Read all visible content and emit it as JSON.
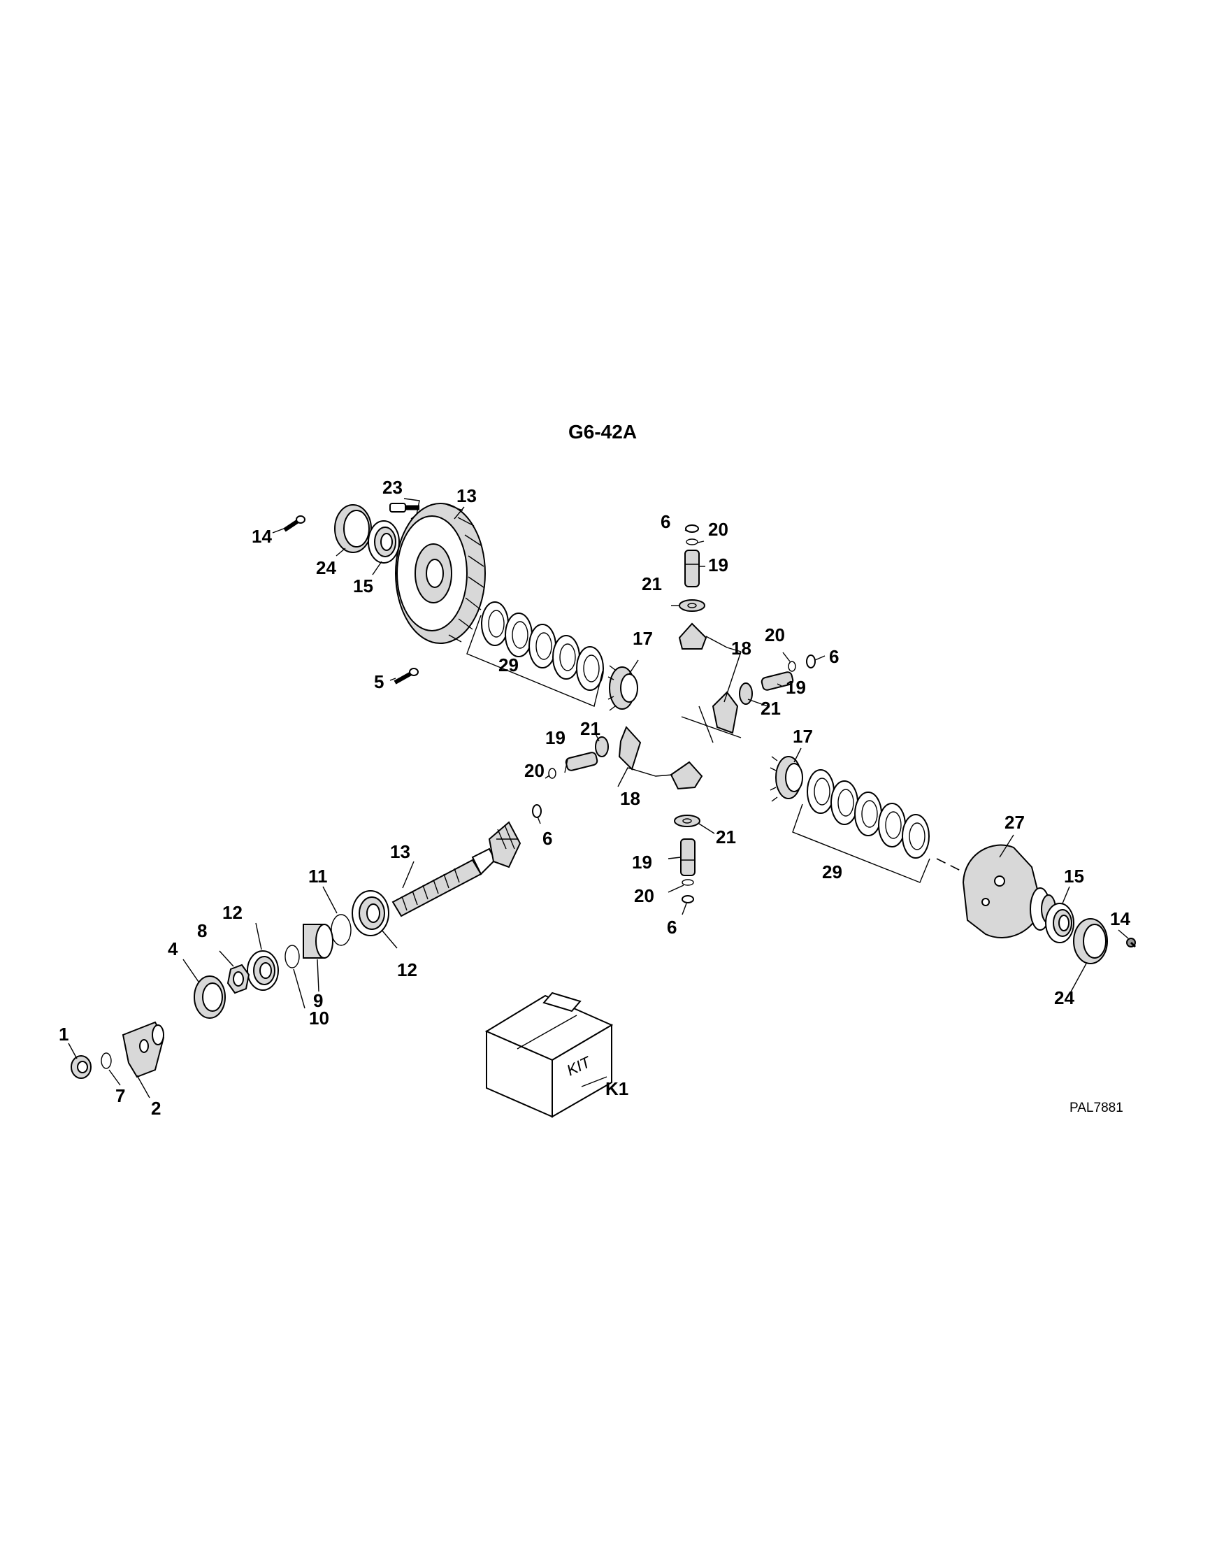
{
  "diagram": {
    "title": "G6-42A",
    "reference_code": "PAL7881",
    "kit_box_text": "KIT",
    "callouts": {
      "c1": "1",
      "c2": "2",
      "c4": "4",
      "c5": "5",
      "c6a": "6",
      "c6b": "6",
      "c6c": "6",
      "c6d": "6",
      "c7": "7",
      "c8": "8",
      "c9": "9",
      "c10": "10",
      "c11": "11",
      "c12a": "12",
      "c12b": "12",
      "c13a": "13",
      "c13b": "13",
      "c14a": "14",
      "c14b": "14",
      "c15a": "15",
      "c15b": "15",
      "c17a": "17",
      "c17b": "17",
      "c18a": "18",
      "c18b": "18",
      "c19a": "19",
      "c19b": "19",
      "c19c": "19",
      "c19d": "19",
      "c20a": "20",
      "c20b": "20",
      "c20c": "20",
      "c20d": "20",
      "c21a": "21",
      "c21b": "21",
      "c21c": "21",
      "c21d": "21",
      "c23": "23",
      "c24a": "24",
      "c24b": "24",
      "c27": "27",
      "c29a": "29",
      "c29b": "29",
      "ck1": "K1"
    }
  }
}
